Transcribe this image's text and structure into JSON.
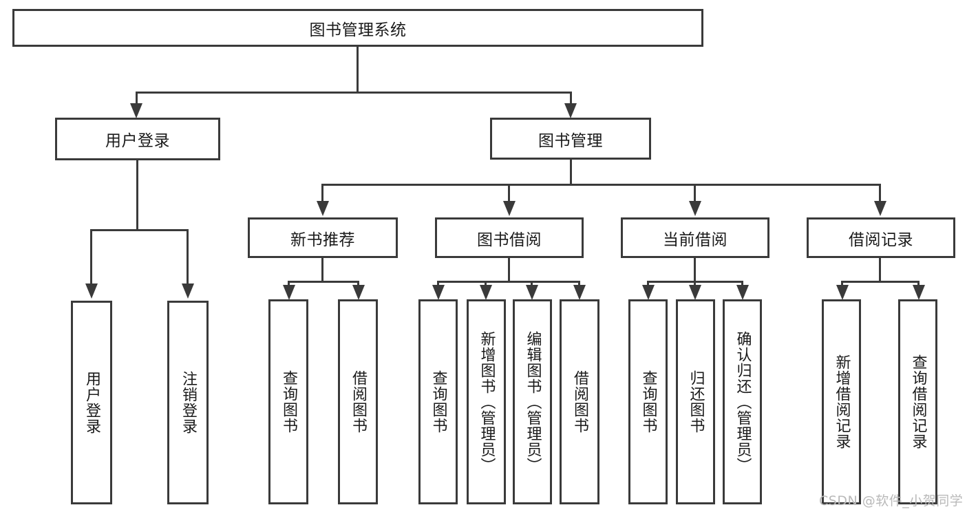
{
  "diagram": {
    "type": "hierarchy-tree",
    "title_node": {
      "label": "图书管理系统"
    },
    "level2": [
      {
        "label": "用户登录"
      },
      {
        "label": "图书管理"
      }
    ],
    "level3": [
      {
        "label": "新书推荐"
      },
      {
        "label": "图书借阅"
      },
      {
        "label": "当前借阅"
      },
      {
        "label": "借阅记录"
      }
    ],
    "leaves": {
      "user_login": [
        {
          "label": "用户登录"
        },
        {
          "label": "注销登录"
        }
      ],
      "new_book_recommend": [
        {
          "label": "查询图书"
        },
        {
          "label": "借阅图书"
        }
      ],
      "book_borrow": [
        {
          "label": "查询图书"
        },
        {
          "label": "新增图书（管理员）"
        },
        {
          "label": "编辑图书（管理员）"
        },
        {
          "label": "借阅图书"
        }
      ],
      "current_borrow": [
        {
          "label": "查询图书"
        },
        {
          "label": "归还图书"
        },
        {
          "label": "确认归还（管理员）"
        }
      ],
      "borrow_record": [
        {
          "label": "新增借阅记录"
        },
        {
          "label": "查询借阅记录"
        }
      ]
    }
  },
  "watermark": {
    "text": "CSDN @软件_小贺同学"
  },
  "colors": {
    "stroke": "#3a3a3a",
    "background": "#ffffff",
    "text": "#1a1a1a",
    "watermark": "#b9b9b9"
  }
}
